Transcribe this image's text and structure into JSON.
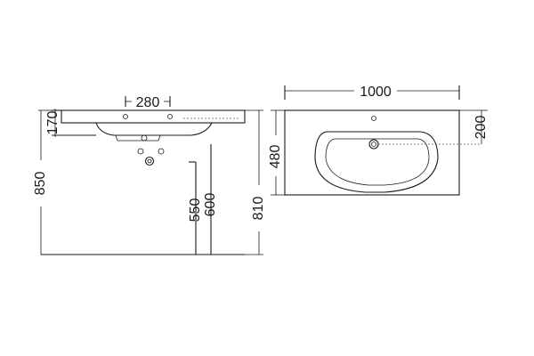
{
  "dimensions": {
    "front_top_holes": "280",
    "front_basin_height": "170",
    "front_total_height": "850",
    "front_drain_550": "550",
    "front_drain_600": "600",
    "front_810": "810",
    "plan_width": "1000",
    "plan_depth": "480",
    "plan_tap_offset": "200"
  }
}
